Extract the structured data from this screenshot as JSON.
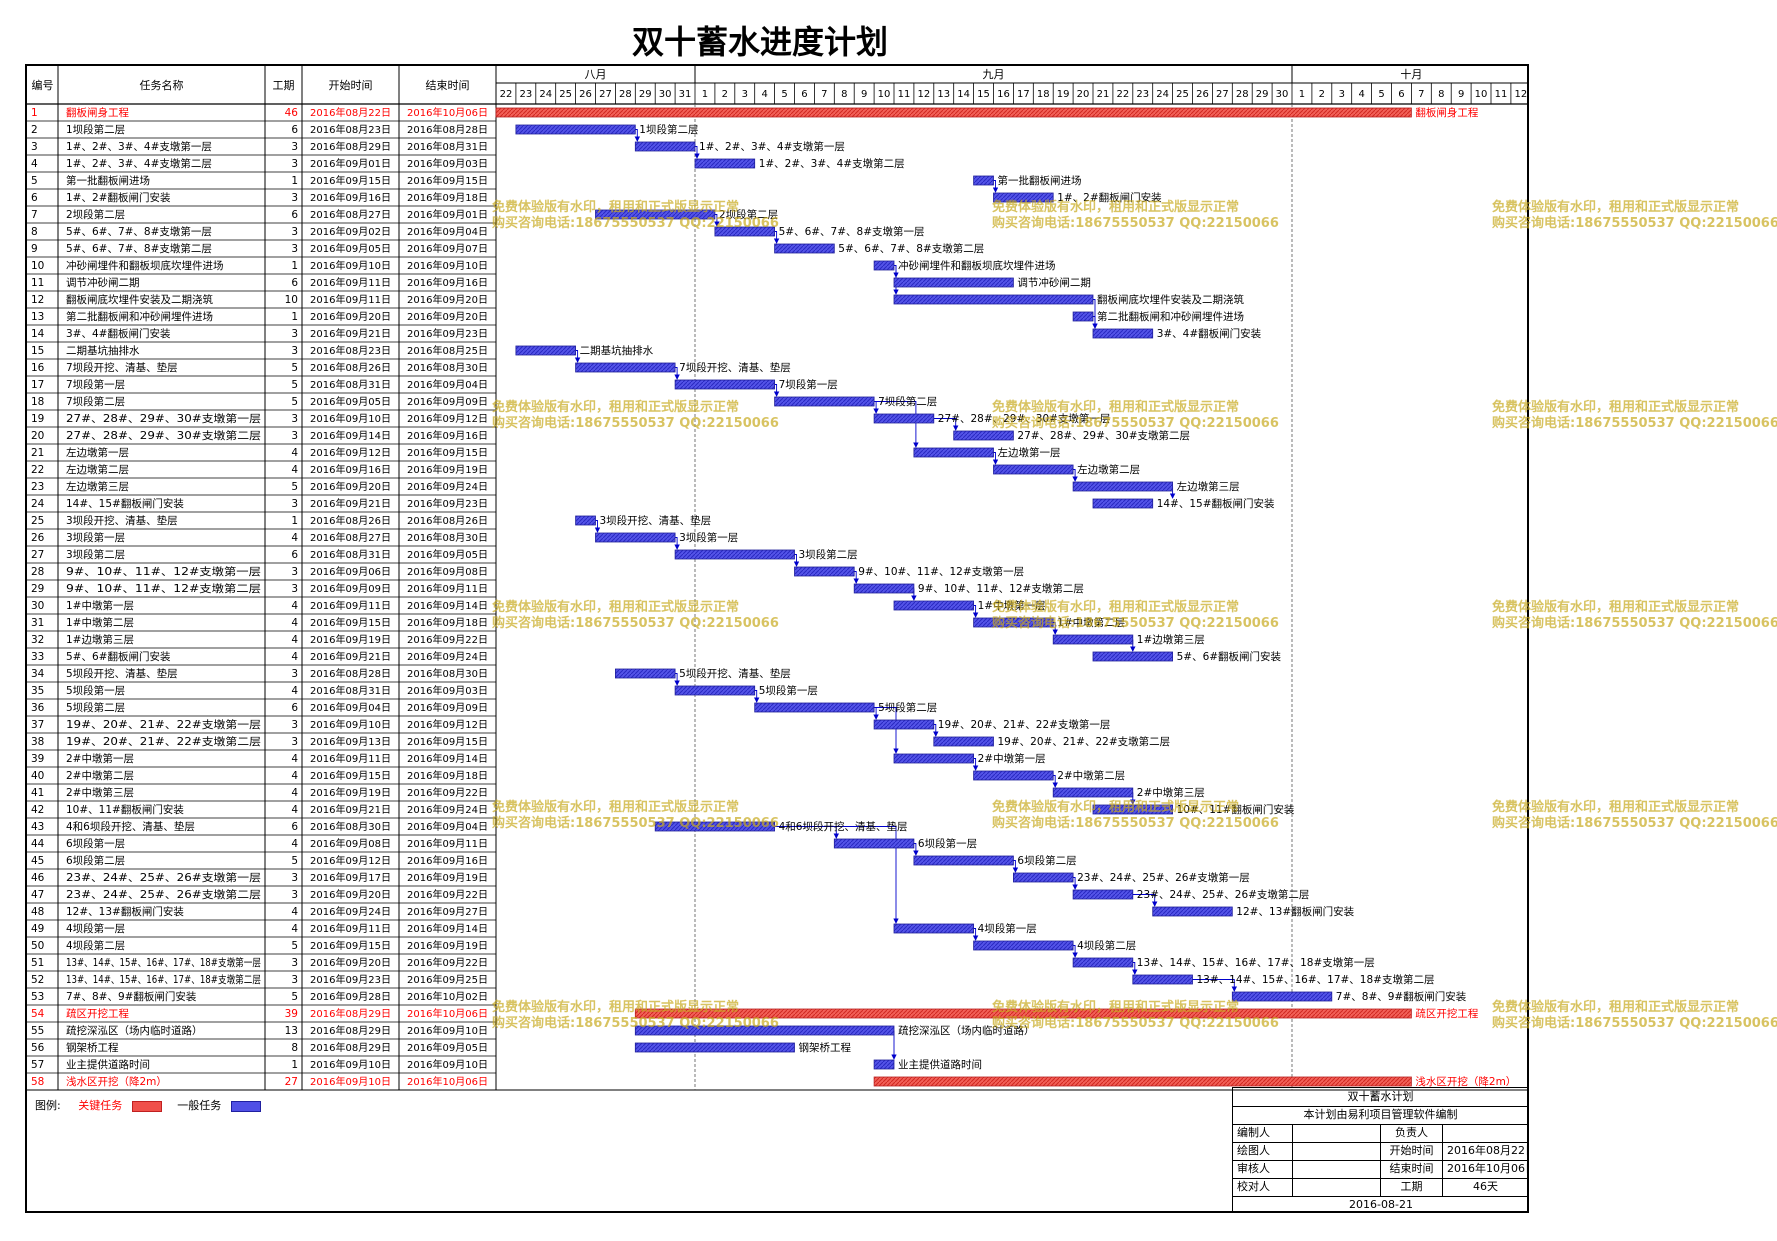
{
  "title": "双十蓄水进度计划",
  "table": {
    "headers": [
      "编号",
      "任务名称",
      "工期",
      "开始时间",
      "结束时间"
    ]
  },
  "timeline": {
    "months": [
      {
        "label": "八月",
        "days": [
          22,
          23,
          24,
          25,
          26,
          27,
          28,
          29,
          30,
          31
        ]
      },
      {
        "label": "九月",
        "days": [
          1,
          2,
          3,
          4,
          5,
          6,
          7,
          8,
          9,
          10,
          11,
          12,
          13,
          14,
          15,
          16,
          17,
          18,
          19,
          20,
          21,
          22,
          23,
          24,
          25,
          26,
          27,
          28,
          29,
          30
        ]
      },
      {
        "label": "十月",
        "days": [
          1,
          2,
          3,
          4,
          5,
          6,
          7,
          8,
          9,
          10,
          11,
          12
        ]
      }
    ]
  },
  "tasks": [
    {
      "id": "1",
      "name": "翻板闸身工程",
      "dur": "46",
      "start": "2016年08月22日",
      "end": "2016年10月06日",
      "critical": true,
      "bar_label": "翻板闸身工程"
    },
    {
      "id": "2",
      "name": "1坝段第二层",
      "dur": "6",
      "start": "2016年08月23日",
      "end": "2016年08月28日",
      "critical": false,
      "bar_label": "1坝段第二层"
    },
    {
      "id": "3",
      "name": "1#、2#、3#、4#支墩第一层",
      "dur": "3",
      "start": "2016年08月29日",
      "end": "2016年08月31日",
      "critical": false,
      "bar_label": "1#、2#、3#、4#支墩第一层"
    },
    {
      "id": "4",
      "name": "1#、2#、3#、4#支墩第二层",
      "dur": "3",
      "start": "2016年09月01日",
      "end": "2016年09月03日",
      "critical": false,
      "bar_label": "1#、2#、3#、4#支墩第二层"
    },
    {
      "id": "5",
      "name": "第一批翻板闸进场",
      "dur": "1",
      "start": "2016年09月15日",
      "end": "2016年09月15日",
      "critical": false,
      "bar_label": "第一批翻板闸进场"
    },
    {
      "id": "6",
      "name": "1#、2#翻板闸门安装",
      "dur": "3",
      "start": "2016年09月16日",
      "end": "2016年09月18日",
      "critical": false,
      "bar_label": "1#、2#翻板闸门安装"
    },
    {
      "id": "7",
      "name": "2坝段第二层",
      "dur": "6",
      "start": "2016年08月27日",
      "end": "2016年09月01日",
      "critical": false,
      "bar_label": "2坝段第二层"
    },
    {
      "id": "8",
      "name": "5#、6#、7#、8#支墩第一层",
      "dur": "3",
      "start": "2016年09月02日",
      "end": "2016年09月04日",
      "critical": false,
      "bar_label": "5#、6#、7#、8#支墩第一层"
    },
    {
      "id": "9",
      "name": "5#、6#、7#、8#支墩第二层",
      "dur": "3",
      "start": "2016年09月05日",
      "end": "2016年09月07日",
      "critical": false,
      "bar_label": "5#、6#、7#、8#支墩第二层"
    },
    {
      "id": "10",
      "name": "冲砂闸埋件和翻板坝底坎埋件进场",
      "dur": "1",
      "start": "2016年09月10日",
      "end": "2016年09月10日",
      "critical": false,
      "bar_label": "冲砂闸埋件和翻板坝底坎埋件进场"
    },
    {
      "id": "11",
      "name": "调节冲砂闸二期",
      "dur": "6",
      "start": "2016年09月11日",
      "end": "2016年09月16日",
      "critical": false,
      "bar_label": "调节冲砂闸二期"
    },
    {
      "id": "12",
      "name": "翻板闸底坎埋件安装及二期浇筑",
      "dur": "10",
      "start": "2016年09月11日",
      "end": "2016年09月20日",
      "critical": false,
      "bar_label": "翻板闸底坎埋件安装及二期浇筑"
    },
    {
      "id": "13",
      "name": "第二批翻板闸和冲砂闸埋件进场",
      "dur": "1",
      "start": "2016年09月20日",
      "end": "2016年09月20日",
      "critical": false,
      "bar_label": "第二批翻板闸和冲砂闸埋件进场"
    },
    {
      "id": "14",
      "name": "3#、4#翻板闸门安装",
      "dur": "3",
      "start": "2016年09月21日",
      "end": "2016年09月23日",
      "critical": false,
      "bar_label": "3#、4#翻板闸门安装"
    },
    {
      "id": "15",
      "name": "二期基坑抽排水",
      "dur": "3",
      "start": "2016年08月23日",
      "end": "2016年08月25日",
      "critical": false,
      "bar_label": "二期基坑抽排水"
    },
    {
      "id": "16",
      "name": "7坝段开挖、清基、垫层",
      "dur": "5",
      "start": "2016年08月26日",
      "end": "2016年08月30日",
      "critical": false,
      "bar_label": "7坝段开挖、清基、垫层"
    },
    {
      "id": "17",
      "name": "7坝段第一层",
      "dur": "5",
      "start": "2016年08月31日",
      "end": "2016年09月04日",
      "critical": false,
      "bar_label": "7坝段第一层"
    },
    {
      "id": "18",
      "name": "7坝段第二层",
      "dur": "5",
      "start": "2016年09月05日",
      "end": "2016年09月09日",
      "critical": false,
      "bar_label": "7坝段第二层"
    },
    {
      "id": "19",
      "name": "27#、28#、29#、30#支墩第一层",
      "dur": "3",
      "start": "2016年09月10日",
      "end": "2016年09月12日",
      "critical": false,
      "bar_label": "27#、28#、29#、30#支墩第一层"
    },
    {
      "id": "20",
      "name": "27#、28#、29#、30#支墩第二层",
      "dur": "3",
      "start": "2016年09月14日",
      "end": "2016年09月16日",
      "critical": false,
      "bar_label": "27#、28#、29#、30#支墩第二层"
    },
    {
      "id": "21",
      "name": "左边墩第一层",
      "dur": "4",
      "start": "2016年09月12日",
      "end": "2016年09月15日",
      "critical": false,
      "bar_label": "左边墩第一层"
    },
    {
      "id": "22",
      "name": "左边墩第二层",
      "dur": "4",
      "start": "2016年09月16日",
      "end": "2016年09月19日",
      "critical": false,
      "bar_label": "左边墩第二层"
    },
    {
      "id": "23",
      "name": "左边墩第三层",
      "dur": "5",
      "start": "2016年09月20日",
      "end": "2016年09月24日",
      "critical": false,
      "bar_label": "左边墩第三层"
    },
    {
      "id": "24",
      "name": "14#、15#翻板闸门安装",
      "dur": "3",
      "start": "2016年09月21日",
      "end": "2016年09月23日",
      "critical": false,
      "bar_label": "14#、15#翻板闸门安装"
    },
    {
      "id": "25",
      "name": "3坝段开挖、清基、垫层",
      "dur": "1",
      "start": "2016年08月26日",
      "end": "2016年08月26日",
      "critical": false,
      "bar_label": "3坝段开挖、清基、垫层"
    },
    {
      "id": "26",
      "name": "3坝段第一层",
      "dur": "4",
      "start": "2016年08月27日",
      "end": "2016年08月30日",
      "critical": false,
      "bar_label": "3坝段第一层"
    },
    {
      "id": "27",
      "name": "3坝段第二层",
      "dur": "6",
      "start": "2016年08月31日",
      "end": "2016年09月05日",
      "critical": false,
      "bar_label": "3坝段第二层"
    },
    {
      "id": "28",
      "name": "9#、10#、11#、12#支墩第一层",
      "dur": "3",
      "start": "2016年09月06日",
      "end": "2016年09月08日",
      "critical": false,
      "bar_label": "9#、10#、11#、12#支墩第一层"
    },
    {
      "id": "29",
      "name": "9#、10#、11#、12#支墩第二层",
      "dur": "3",
      "start": "2016年09月09日",
      "end": "2016年09月11日",
      "critical": false,
      "bar_label": "9#、10#、11#、12#支墩第二层"
    },
    {
      "id": "30",
      "name": "1#中墩第一层",
      "dur": "4",
      "start": "2016年09月11日",
      "end": "2016年09月14日",
      "critical": false,
      "bar_label": "1#中墩第一层"
    },
    {
      "id": "31",
      "name": "1#中墩第二层",
      "dur": "4",
      "start": "2016年09月15日",
      "end": "2016年09月18日",
      "critical": false,
      "bar_label": "1#中墩第二层"
    },
    {
      "id": "32",
      "name": "1#边墩第三层",
      "dur": "4",
      "start": "2016年09月19日",
      "end": "2016年09月22日",
      "critical": false,
      "bar_label": "1#边墩第三层"
    },
    {
      "id": "33",
      "name": "5#、6#翻板闸门安装",
      "dur": "4",
      "start": "2016年09月21日",
      "end": "2016年09月24日",
      "critical": false,
      "bar_label": "5#、6#翻板闸门安装"
    },
    {
      "id": "34",
      "name": "5坝段开挖、清基、垫层",
      "dur": "3",
      "start": "2016年08月28日",
      "end": "2016年08月30日",
      "critical": false,
      "bar_label": "5坝段开挖、清基、垫层"
    },
    {
      "id": "35",
      "name": "5坝段第一层",
      "dur": "4",
      "start": "2016年08月31日",
      "end": "2016年09月03日",
      "critical": false,
      "bar_label": "5坝段第一层"
    },
    {
      "id": "36",
      "name": "5坝段第二层",
      "dur": "6",
      "start": "2016年09月04日",
      "end": "2016年09月09日",
      "critical": false,
      "bar_label": "5坝段第二层"
    },
    {
      "id": "37",
      "name": "19#、20#、21#、22#支墩第一层",
      "dur": "3",
      "start": "2016年09月10日",
      "end": "2016年09月12日",
      "critical": false,
      "bar_label": "19#、20#、21#、22#支墩第一层"
    },
    {
      "id": "38",
      "name": "19#、20#、21#、22#支墩第二层",
      "dur": "3",
      "start": "2016年09月13日",
      "end": "2016年09月15日",
      "critical": false,
      "bar_label": "19#、20#、21#、22#支墩第二层"
    },
    {
      "id": "39",
      "name": "2#中墩第一层",
      "dur": "4",
      "start": "2016年09月11日",
      "end": "2016年09月14日",
      "critical": false,
      "bar_label": "2#中墩第一层"
    },
    {
      "id": "40",
      "name": "2#中墩第二层",
      "dur": "4",
      "start": "2016年09月15日",
      "end": "2016年09月18日",
      "critical": false,
      "bar_label": "2#中墩第二层"
    },
    {
      "id": "41",
      "name": "2#中墩第三层",
      "dur": "4",
      "start": "2016年09月19日",
      "end": "2016年09月22日",
      "critical": false,
      "bar_label": "2#中墩第三层"
    },
    {
      "id": "42",
      "name": "10#、11#翻板闸门安装",
      "dur": "4",
      "start": "2016年09月21日",
      "end": "2016年09月24日",
      "critical": false,
      "bar_label": "10#、11#翻板闸门安装"
    },
    {
      "id": "43",
      "name": "4和6坝段开挖、清基、垫层",
      "dur": "6",
      "start": "2016年08月30日",
      "end": "2016年09月04日",
      "critical": false,
      "bar_label": "4和6坝段开挖、清基、垫层"
    },
    {
      "id": "44",
      "name": "6坝段第一层",
      "dur": "4",
      "start": "2016年09月08日",
      "end": "2016年09月11日",
      "critical": false,
      "bar_label": "6坝段第一层"
    },
    {
      "id": "45",
      "name": "6坝段第二层",
      "dur": "5",
      "start": "2016年09月12日",
      "end": "2016年09月16日",
      "critical": false,
      "bar_label": "6坝段第二层"
    },
    {
      "id": "46",
      "name": "23#、24#、25#、26#支墩第一层",
      "dur": "3",
      "start": "2016年09月17日",
      "end": "2016年09月19日",
      "critical": false,
      "bar_label": "23#、24#、25#、26#支墩第一层"
    },
    {
      "id": "47",
      "name": "23#、24#、25#、26#支墩第二层",
      "dur": "3",
      "start": "2016年09月20日",
      "end": "2016年09月22日",
      "critical": false,
      "bar_label": "23#、24#、25#、26#支墩第二层"
    },
    {
      "id": "48",
      "name": "12#、13#翻板闸门安装",
      "dur": "4",
      "start": "2016年09月24日",
      "end": "2016年09月27日",
      "critical": false,
      "bar_label": "12#、13#翻板闸门安装"
    },
    {
      "id": "49",
      "name": "4坝段第一层",
      "dur": "4",
      "start": "2016年09月11日",
      "end": "2016年09月14日",
      "critical": false,
      "bar_label": "4坝段第一层"
    },
    {
      "id": "50",
      "name": "4坝段第二层",
      "dur": "5",
      "start": "2016年09月15日",
      "end": "2016年09月19日",
      "critical": false,
      "bar_label": "4坝段第二层"
    },
    {
      "id": "51",
      "name": "13#、14#、15#、16#、17#、18#支墩第一层",
      "dur": "3",
      "start": "2016年09月20日",
      "end": "2016年09月22日",
      "critical": false,
      "bar_label": "13#、14#、15#、16#、17#、18#支墩第一层"
    },
    {
      "id": "52",
      "name": "13#、14#、15#、16#、17#、18#支墩第二层",
      "dur": "3",
      "start": "2016年09月23日",
      "end": "2016年09月25日",
      "critical": false,
      "bar_label": "13#、14#、15#、16#、17#、18#支墩第二层"
    },
    {
      "id": "53",
      "name": "7#、8#、9#翻板闸门安装",
      "dur": "5",
      "start": "2016年09月28日",
      "end": "2016年10月02日",
      "critical": false,
      "bar_label": "7#、8#、9#翻板闸门安装"
    },
    {
      "id": "54",
      "name": "疏区开挖工程",
      "dur": "39",
      "start": "2016年08月29日",
      "end": "2016年10月06日",
      "critical": true,
      "bar_label": "疏区开挖工程"
    },
    {
      "id": "55",
      "name": "疏挖深泓区（场内临时道路）",
      "dur": "13",
      "start": "2016年08月29日",
      "end": "2016年09月10日",
      "critical": false,
      "bar_label": "疏挖深泓区（场内临时道路）"
    },
    {
      "id": "56",
      "name": "钢架桥工程",
      "dur": "8",
      "start": "2016年08月29日",
      "end": "2016年09月05日",
      "critical": false,
      "bar_label": "钢架桥工程"
    },
    {
      "id": "57",
      "name": "业主提供道路时间",
      "dur": "1",
      "start": "2016年09月10日",
      "end": "2016年09月10日",
      "critical": false,
      "bar_label": "业主提供道路时间"
    },
    {
      "id": "58",
      "name": "浅水区开挖（降2m）",
      "dur": "27",
      "start": "2016年09月10日",
      "end": "2016年10月06日",
      "critical": true,
      "bar_label": "浅水区开挖（降2m）"
    }
  ],
  "legend": {
    "label": "图例:",
    "critical_label": "关键任务",
    "normal_label": "一般任务"
  },
  "plan_box": {
    "title": "双十蓄水计划",
    "subtitle": "本计划由易利项目管理软件编制",
    "compiler_label": "编制人",
    "responsible_label": "负责人",
    "drawer_label": "绘图人",
    "start_label": "开始时间",
    "start_value": "2016年08月22日",
    "reviewer_label": "审核人",
    "end_label": "结束时间",
    "end_value": "2016年10月06日",
    "checker_label": "校对人",
    "duration_label": "工期",
    "duration_value": "46天",
    "date": "2016-08-21"
  },
  "watermark": {
    "line1": "免费体验版有水印，租用和正式版显示正常",
    "line2": "购买咨询电话:18675550537 QQ:22150066"
  },
  "colors": {
    "critical": "#f0504a",
    "critical_text": "#ff0000",
    "normal": "#5050e6",
    "arrow": "#0000cc",
    "watermark": "#c8aa1e"
  }
}
